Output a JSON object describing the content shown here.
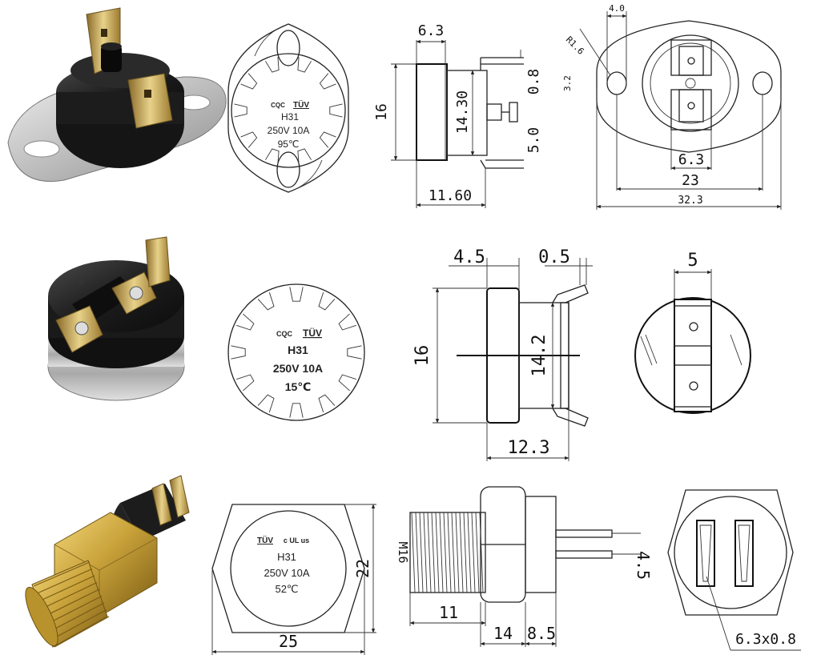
{
  "row1": {
    "face": {
      "brand": "CQC",
      "cert": "TÜV",
      "model": "H31",
      "rating": "250V 10A",
      "temp": "95℃"
    },
    "side": {
      "top": "6.3",
      "height": "16",
      "inner": "14.30",
      "tab": "0.8",
      "pin": "5.0",
      "width": "11.60"
    },
    "top": {
      "radius": "R1.6",
      "slot": "4.0",
      "hole": "3.2",
      "term": "6.3",
      "span": "23",
      "overall": "32.3"
    }
  },
  "row2": {
    "face": {
      "brand": "CQC",
      "cert": "TÜV",
      "model": "H31",
      "rating": "250V 10A",
      "temp": "15℃"
    },
    "side": {
      "top": "4.5",
      "thick": "0.5",
      "height": "16",
      "inner": "14.2",
      "width": "12.3"
    },
    "back": {
      "term": "5"
    }
  },
  "row3": {
    "face": {
      "cert": "TÜV",
      "mark": "c UL us",
      "model": "H31",
      "rating": "250V 10A",
      "temp": "52℃"
    },
    "hexface": {
      "height": "22",
      "width": "25"
    },
    "side": {
      "thread": "M16",
      "thread_len": "11",
      "hex": "14",
      "body": "8.5",
      "pin_gap": "4.5"
    },
    "pinview": {
      "pin": "6.3x0.8"
    }
  },
  "colors": {
    "ink": "#111111",
    "brass": "#c9a23a",
    "steel": "#c8c8c8",
    "bakelite": "#1f1f1f"
  }
}
